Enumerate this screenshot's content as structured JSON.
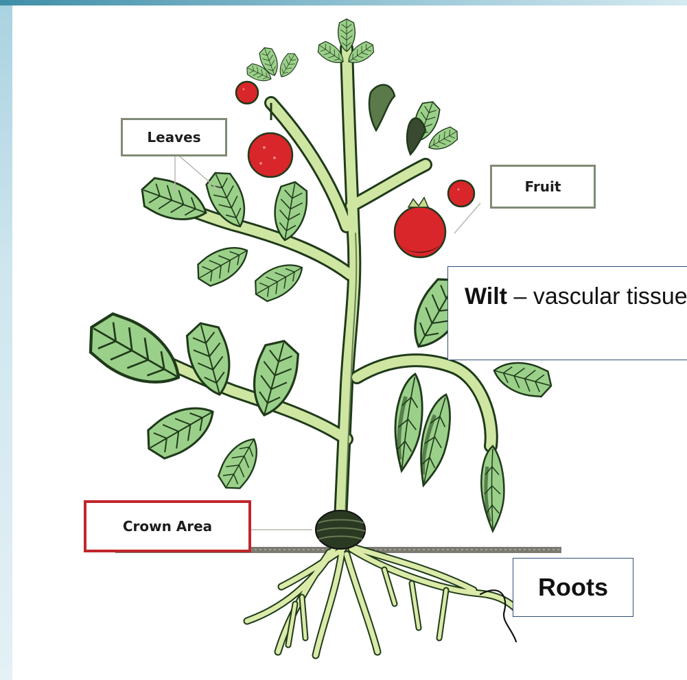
{
  "labels": {
    "leaves": "Leaves",
    "fruit": "Fruit",
    "crown": "Crown Area",
    "wilt_bold": "Wilt",
    "wilt_rest": " – vascular tissue",
    "roots": "Roots"
  },
  "colors": {
    "background": "#cfe6ee",
    "panel": "#ffffff",
    "leaf_fill": "#9bd08a",
    "leaf_outline": "#1f3a1a",
    "stem_fill": "#cfe6a2",
    "fruit_red": "#d8262a",
    "fruit_rot": "#3a0a0a",
    "crown_dark": "#2a3a22",
    "soil_line": "#7a7a72",
    "crown_box_border": "#c0262b",
    "box_border": "#7f8a74",
    "callout_border": "#2f4d7a"
  }
}
